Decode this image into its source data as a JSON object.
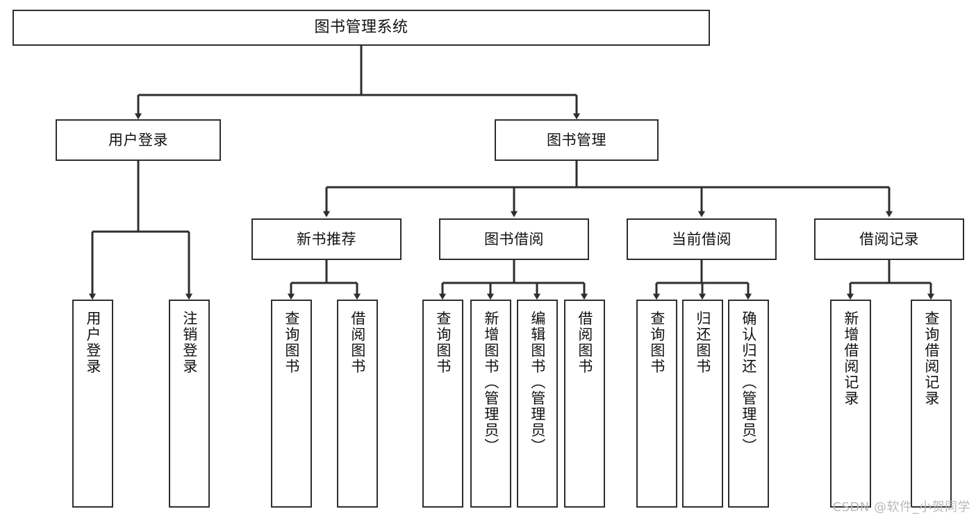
{
  "diagram": {
    "title": "图书管理系统",
    "type": "tree-hierarchy-diagram",
    "stroke_color": "#2e2e2e",
    "fill_color": "#ffffff",
    "text_color": "#111111"
  },
  "root": {
    "label": "图书管理系统"
  },
  "level2": [
    {
      "label": "用户登录"
    },
    {
      "label": "图书管理"
    }
  ],
  "level3": [
    {
      "label": "新书推荐"
    },
    {
      "label": "图书借阅"
    },
    {
      "label": "当前借阅"
    },
    {
      "label": "借阅记录"
    }
  ],
  "leaves": {
    "user_login": [
      {
        "label": "用户登录"
      },
      {
        "label": "注销登录"
      }
    ],
    "new_book_recommend": [
      {
        "label": "查询图书"
      },
      {
        "label": "借阅图书"
      }
    ],
    "book_borrow": [
      {
        "label": "查询图书"
      },
      {
        "label": "新增图书（管理员）"
      },
      {
        "label": "编辑图书（管理员）"
      },
      {
        "label": "借阅图书"
      }
    ],
    "current_borrow": [
      {
        "label": "查询图书"
      },
      {
        "label": "归还图书"
      },
      {
        "label": "确认归还（管理员）"
      }
    ],
    "borrow_record": [
      {
        "label": "新增借阅记录"
      },
      {
        "label": "查询借阅记录"
      }
    ]
  },
  "watermark": {
    "text": "CSDN @软件_小贺同学"
  }
}
